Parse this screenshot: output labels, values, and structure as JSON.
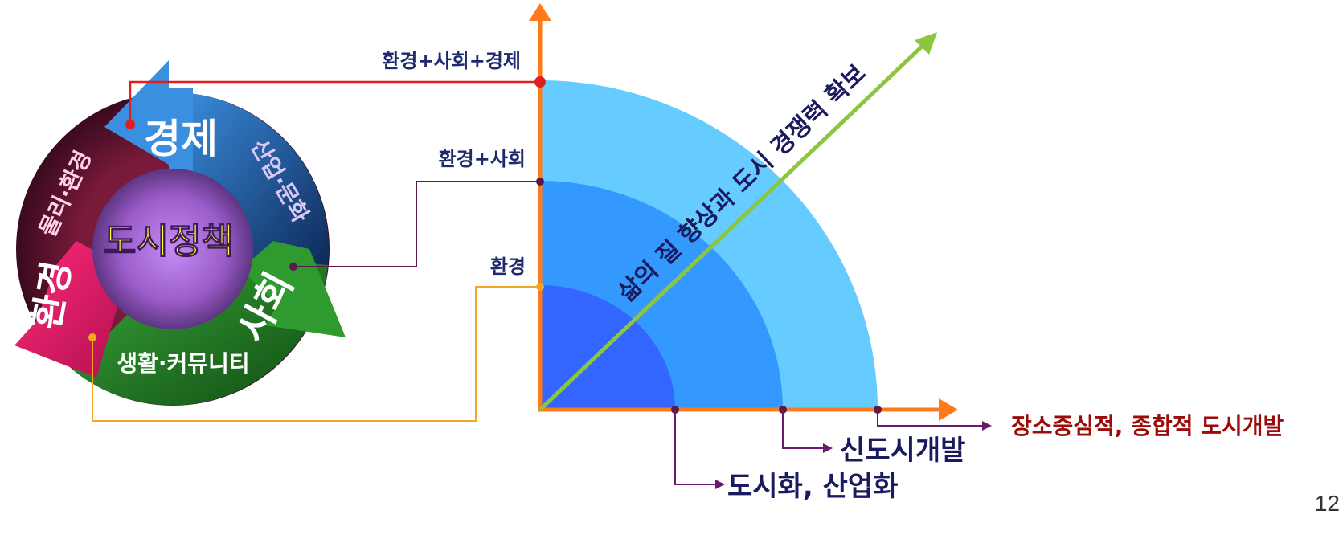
{
  "cycle": {
    "center_label": "도시정책",
    "segment_economy": "경제",
    "segment_economy_sub": "산업·문화",
    "segment_society": "사회",
    "segment_society_sub": "생활·커뮤니티",
    "segment_environment": "환경",
    "segment_environment_sub": "물리·환경"
  },
  "axis_levels": {
    "top": "환경+사회+경제",
    "middle": "환경+사회",
    "bottom": "환경"
  },
  "diagonal_label": "삶의 질 향상과 도시 경쟁력 확보",
  "outcomes": {
    "first": "도시화, 산업화",
    "second": "신도시개발",
    "third": "장소중심적, 종합적 도시개발"
  },
  "page_number": "12",
  "colors": {
    "ring_light": "#66ccff",
    "ring_mid": "#3399ff",
    "ring_inner": "#3366ff",
    "axis": "#ff7a1a",
    "diagonal": "#8cc63f",
    "connector_top": "#e02020",
    "connector_mid": "#5a1a4a",
    "connector_low": "#f5a623",
    "outcome_line": "#6a1a6a"
  }
}
